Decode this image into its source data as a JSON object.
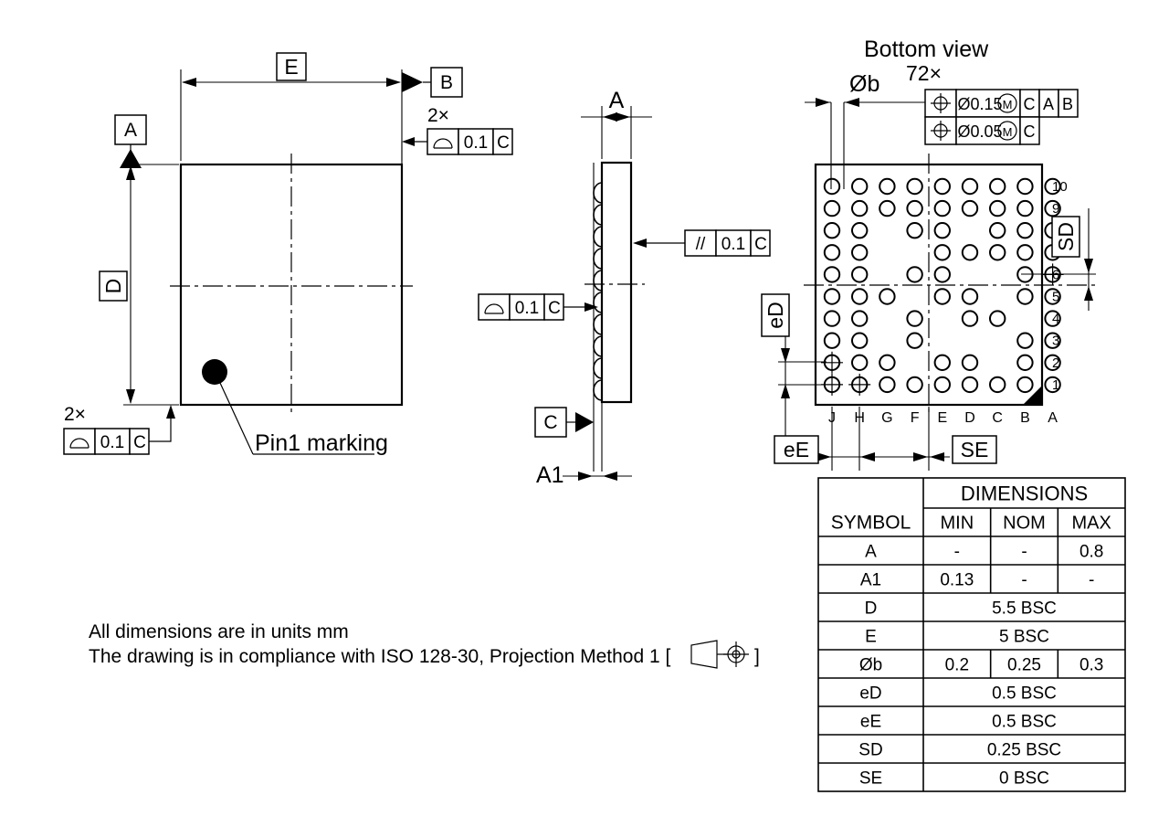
{
  "drawing": {
    "title_bottom_view": "Bottom view",
    "notes": [
      "All dimensions are in units mm",
      "The drawing is in compliance with ISO 128-30, Projection Method 1 ["
    ],
    "note_tail": "]"
  },
  "top_view": {
    "dim_width_label": "E",
    "dim_height_label": "D",
    "datum_a": "A",
    "datum_b": "B",
    "pin1_callout": "Pin1 marking",
    "fcf_top": {
      "count": "2×",
      "symbol": "profile-of-a-surface",
      "tolerance": "0.1",
      "datum": "C"
    },
    "fcf_bottom": {
      "count": "2×",
      "symbol": "profile-of-a-surface",
      "tolerance": "0.1",
      "datum": "C"
    }
  },
  "side_view": {
    "dim_a_label": "A",
    "dim_a1_label": "A1",
    "datum_c": "C",
    "fcf_parallel": {
      "symbol": "parallelism",
      "glyph": "//",
      "tolerance": "0.1",
      "datum": "C"
    },
    "fcf_profile": {
      "symbol": "profile-of-a-surface",
      "tolerance": "0.1",
      "datum": "C"
    },
    "ball_count": 10
  },
  "bottom_view": {
    "ball_count_label": "72×",
    "diameter_label": "Øb",
    "fcf_rows": [
      {
        "symbol": "position",
        "tolerance": "Ø0.15",
        "modifier": "M",
        "datums": [
          "C",
          "A",
          "B"
        ]
      },
      {
        "symbol": "position",
        "tolerance": "Ø0.05",
        "modifier": "M",
        "datums": [
          "C"
        ]
      }
    ],
    "pitch_labels": {
      "eD": "eD",
      "eE": "eE",
      "SD": "SD",
      "SE": "SE"
    },
    "column_labels": [
      "J",
      "H",
      "G",
      "F",
      "E",
      "D",
      "C",
      "B",
      "A"
    ],
    "row_labels": [
      "10",
      "9",
      "8",
      "7",
      "6",
      "5",
      "4",
      "3",
      "2",
      "1"
    ],
    "ball_map": [
      {
        "row": "10",
        "cols": [
          "J",
          "H",
          "G",
          "F",
          "E",
          "D",
          "C",
          "B",
          "A"
        ]
      },
      {
        "row": "9",
        "cols": [
          "J",
          "H",
          "G",
          "F",
          "E",
          "D",
          "C",
          "B",
          "A"
        ]
      },
      {
        "row": "8",
        "cols": [
          "J",
          "H",
          "F",
          "E",
          "C",
          "B",
          "A"
        ]
      },
      {
        "row": "7",
        "cols": [
          "J",
          "H",
          "E",
          "D",
          "C",
          "B",
          "A"
        ]
      },
      {
        "row": "6",
        "cols": [
          "J",
          "H",
          "F",
          "E",
          "B",
          "A"
        ]
      },
      {
        "row": "5",
        "cols": [
          "J",
          "H",
          "G",
          "E",
          "D",
          "B",
          "A"
        ]
      },
      {
        "row": "4",
        "cols": [
          "J",
          "H",
          "F",
          "D",
          "C",
          "A"
        ]
      },
      {
        "row": "3",
        "cols": [
          "J",
          "H",
          "F",
          "B",
          "A"
        ]
      },
      {
        "row": "2",
        "cols": [
          "J",
          "H",
          "G",
          "E",
          "D",
          "B",
          "A"
        ]
      },
      {
        "row": "1",
        "cols": [
          "J",
          "H",
          "G",
          "F",
          "E",
          "D",
          "C",
          "B",
          "A"
        ]
      }
    ],
    "datum_target_balls": [
      {
        "row": "6",
        "col": "A"
      },
      {
        "row": "2",
        "col": "J"
      },
      {
        "row": "1",
        "col": "J"
      },
      {
        "row": "1",
        "col": "H"
      }
    ]
  },
  "table": {
    "header_symbol": "SYMBOL",
    "header_dimensions": "DIMENSIONS",
    "subheaders": [
      "MIN",
      "NOM",
      "MAX"
    ],
    "rows": [
      {
        "symbol": "A",
        "span": false,
        "min": "-",
        "nom": "-",
        "max": "0.8"
      },
      {
        "symbol": "A1",
        "span": false,
        "min": "0.13",
        "nom": "-",
        "max": "-"
      },
      {
        "symbol": "D",
        "span": true,
        "value": "5.5 BSC"
      },
      {
        "symbol": "E",
        "span": true,
        "value": "5 BSC"
      },
      {
        "symbol": "Øb",
        "span": false,
        "min": "0.2",
        "nom": "0.25",
        "max": "0.3"
      },
      {
        "symbol": "eD",
        "span": true,
        "value": "0.5 BSC"
      },
      {
        "symbol": "eE",
        "span": true,
        "value": "0.5 BSC"
      },
      {
        "symbol": "SD",
        "span": true,
        "value": "0.25 BSC"
      },
      {
        "symbol": "SE",
        "span": true,
        "value": "0 BSC"
      }
    ]
  },
  "colors": {
    "line": "#000000",
    "background": "#ffffff"
  }
}
